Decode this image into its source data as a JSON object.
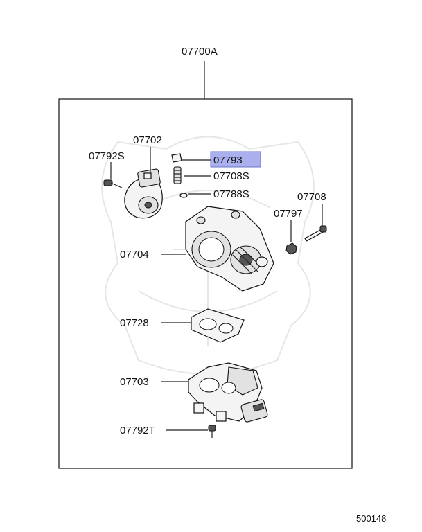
{
  "assembly_label": "07700A",
  "diagram_code": "500148",
  "highlight_color": "#aab0ee",
  "callouts": {
    "c07702": "07702",
    "c07792S": "07792S",
    "c07793": "07793",
    "c07708S": "07708S",
    "c07788S": "07788S",
    "c07708": "07708",
    "c07797": "07797",
    "c07704": "07704",
    "c07728": "07728",
    "c07703": "07703",
    "c07792T": "07792T"
  },
  "highlighted_part": "07793"
}
